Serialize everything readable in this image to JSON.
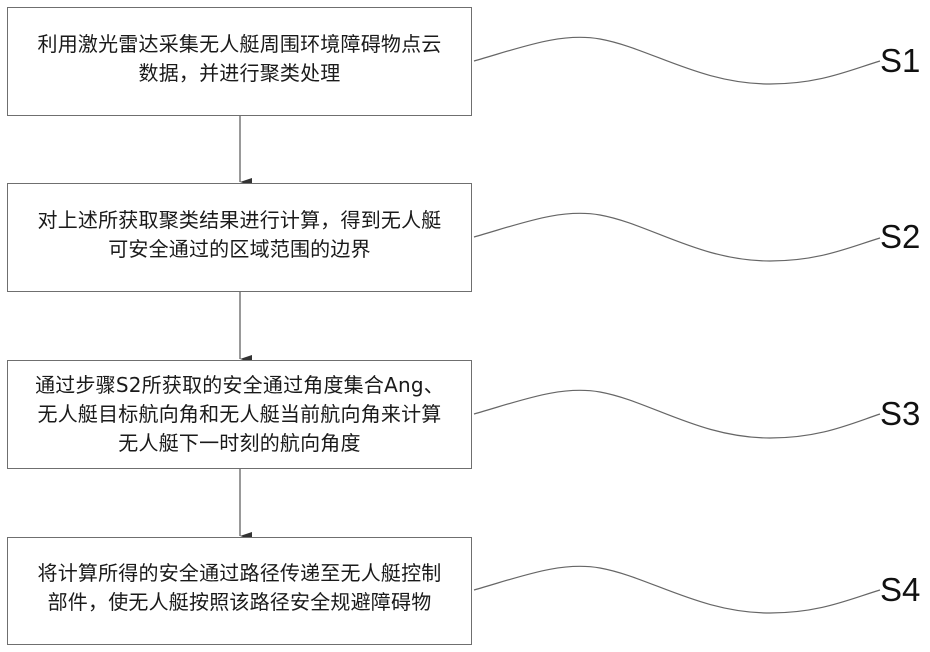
{
  "steps": [
    {
      "id": "S1",
      "lines": [
        "利用激光雷达采集无人艇周围环境障碍物点云",
        "数据，并进行聚类处理"
      ]
    },
    {
      "id": "S2",
      "lines": [
        "对上述所获取聚类结果进行计算，得到无人艇",
        "可安全通过的区域范围的边界"
      ]
    },
    {
      "id": "S3",
      "lines": [
        "通过步骤S2所获取的安全通过角度集合Ang、",
        "无人艇目标航向角和无人艇当前航向角来计算",
        "无人艇下一时刻的航向角度"
      ]
    },
    {
      "id": "S4",
      "lines": [
        "将计算所得的安全通过路径传递至无人艇控制",
        "部件，使无人艇按照该路径安全规避障碍物"
      ]
    }
  ],
  "colors": {
    "stroke": "#6f6f6f",
    "text": "#1a1a1a"
  }
}
